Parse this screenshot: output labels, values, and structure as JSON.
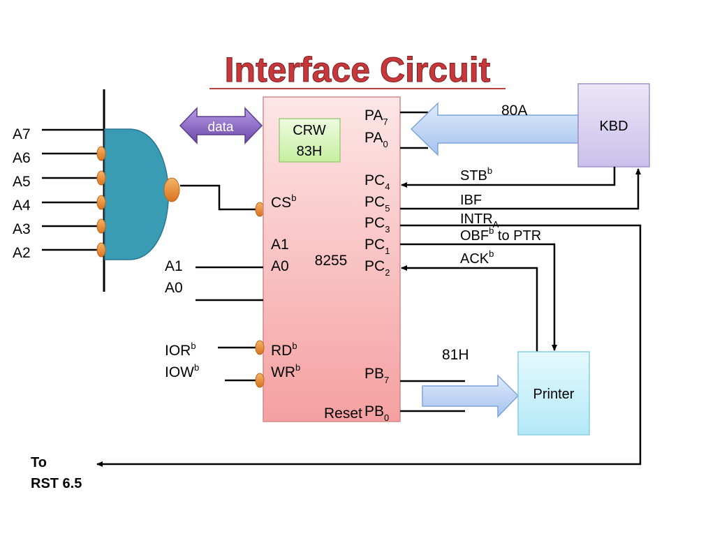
{
  "title": "Interface Circuit",
  "data_arrow_label": "data",
  "address_lines": [
    "A7",
    "A6",
    "A5",
    "A4",
    "A3",
    "A2"
  ],
  "chip": {
    "name": "8255",
    "crw_label": "CRW",
    "crw_value": "83H",
    "left_pins": {
      "cs": "CS",
      "a1": "A1",
      "a0": "A0",
      "rd": "RD",
      "wr": "WR"
    },
    "right_pins": {
      "pa7": "PA",
      "pa7_sub": "7",
      "pa0": "PA",
      "pa0_sub": "0",
      "pc4": "PC",
      "pc4_sub": "4",
      "pc5": "PC",
      "pc5_sub": "5",
      "pc3": "PC",
      "pc3_sub": "3",
      "pc1": "PC",
      "pc1_sub": "1",
      "pc2": "PC",
      "pc2_sub": "2",
      "pb7": "PB",
      "pb7_sub": "7",
      "pb0": "PB",
      "pb0_sub": "0"
    },
    "reset_label": "Reset"
  },
  "external_inputs": {
    "a1": "A1",
    "a0": "A0",
    "ior": "IOR",
    "iow": "IOW"
  },
  "bar_mark": "b",
  "signals": {
    "port_a_address": "80A",
    "stb": "STB",
    "ibf": "IBF",
    "intr": "INTR",
    "intr_sub": "A",
    "obf": "OBF",
    "obf_suffix": " to PTR",
    "ack": "ACK",
    "port_b_address": "81H"
  },
  "devices": {
    "keyboard": "KBD",
    "printer": "Printer"
  },
  "rst_note": {
    "line1": "To",
    "line2": "RST 6.5"
  },
  "colors": {
    "title": "#c0393b",
    "chip_fill_top": "#fde4e4",
    "chip_fill_bottom": "#f6a1a1",
    "crw_fill": "#d6f5b8",
    "decoder_fill": "#3a9bb3",
    "bubble_fill": "#e8892b",
    "data_arrow": "#7a5ab3",
    "kbd_fill": "#d9d2f0",
    "printer_fill": "#c8f0fa",
    "flow_arrow": "#aac8ee"
  }
}
